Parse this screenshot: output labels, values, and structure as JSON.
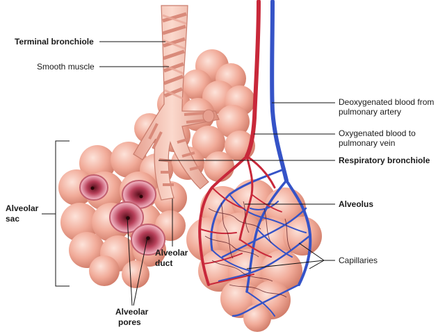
{
  "labels": {
    "terminal_bronchiole": "Terminal bronchiole",
    "smooth_muscle": "Smooth muscle",
    "deoxy_line1": "Deoxygenated blood from",
    "deoxy_line2": "pulmonary artery",
    "oxy_line1": "Oxygenated blood to",
    "oxy_line2": "pulmonary vein",
    "respiratory_bronchiole": "Respiratory bronchiole",
    "alveolus": "Alveolus",
    "capillaries": "Capillaries",
    "alveolar_sac_line1": "Alveolar",
    "alveolar_sac_line2": "sac",
    "alveolar_duct_line1": "Alveolar",
    "alveolar_duct_line2": "duct",
    "alveolar_pores_line1": "Alveolar",
    "alveolar_pores_line2": "pores"
  },
  "colors": {
    "alveoli": "#f2b3a3",
    "alveoli_shade": "#d98776",
    "artery": "#c8283a",
    "vein": "#3553c7",
    "leader": "#111111"
  }
}
